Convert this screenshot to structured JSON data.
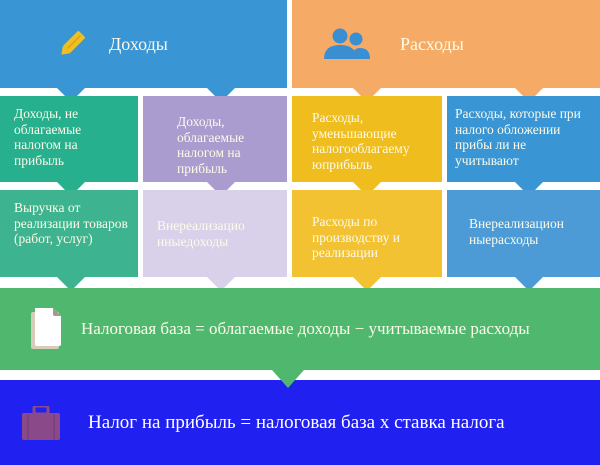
{
  "header": {
    "income": {
      "label": "Доходы",
      "icon": "pencil-icon",
      "color": "#3a95d5"
    },
    "expenses": {
      "label": "Расходы",
      "icon": "users-icon",
      "color": "#f5ab66"
    }
  },
  "row1": [
    {
      "text": "Доходы, не облагаемые налогом на прибыль",
      "color": "#26b08e"
    },
    {
      "text": "Доходы, облагаемые налогом на прибыль",
      "color": "#ab9ccf"
    },
    {
      "text": "Расходы, уменьшающие налогооблагаемую прибыль",
      "display": "Расходы, уменьшающие налогооблагаему юприбыль",
      "color": "#f0bd1e"
    },
    {
      "text": "Расходы, которые при налого обложении прибы ли не учитывают",
      "color": "#3a95d5"
    }
  ],
  "row2": [
    {
      "text": "Выручка от реализации товаров (работ, услуг)",
      "color": "#3db38f"
    },
    {
      "text": "Внереализацио нныедоходы",
      "color": "#d8d1e9"
    },
    {
      "text": "Расходы по производству и реализации",
      "color": "#f2c232"
    },
    {
      "text": "Внереализацион ныерасходы",
      "color": "#4d9bd6"
    }
  ],
  "tax_base": {
    "label": "Налоговая база = облагаемые доходы − учитываемые расходы",
    "icon": "document-icon",
    "color": "#50b86e"
  },
  "profit_tax": {
    "label": "Налог на прибыль = налоговая база х ставка налога",
    "icon": "briefcase-icon",
    "color": "#2020f0"
  }
}
